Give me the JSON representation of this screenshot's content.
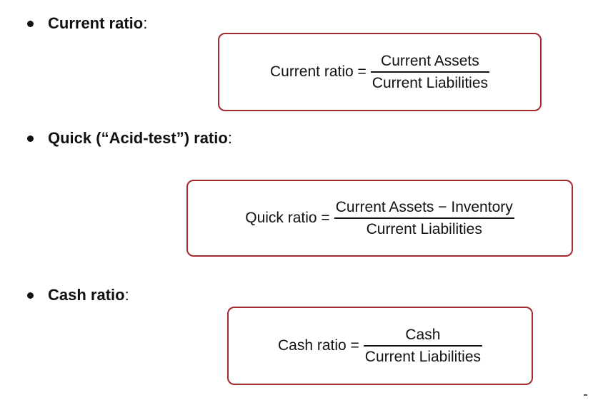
{
  "sections": [
    {
      "heading": "Current ratio",
      "colon": ":",
      "lhs": "Current ratio =",
      "numerator": "Current Assets",
      "denominator": "Current Liabilities"
    },
    {
      "heading": "Quick (“Acid-test”) ratio",
      "colon": ":",
      "lhs": "Quick ratio =",
      "numerator": "Current Assets − Inventory",
      "denominator": "Current Liabilities"
    },
    {
      "heading": "Cash ratio",
      "colon": ":",
      "lhs": "Cash ratio =",
      "numerator": "Cash",
      "denominator": "Current Liabilities"
    }
  ],
  "colors": {
    "box_border": "#a52a2f",
    "text": "#111111"
  }
}
